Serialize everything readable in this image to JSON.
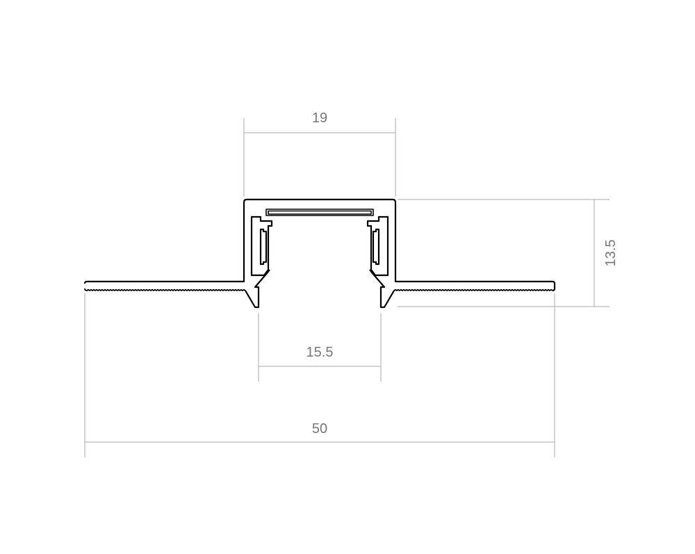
{
  "dimensions": {
    "housing_width": "19",
    "height": "13.5",
    "opening_width": "15.5",
    "total_width": "50"
  }
}
